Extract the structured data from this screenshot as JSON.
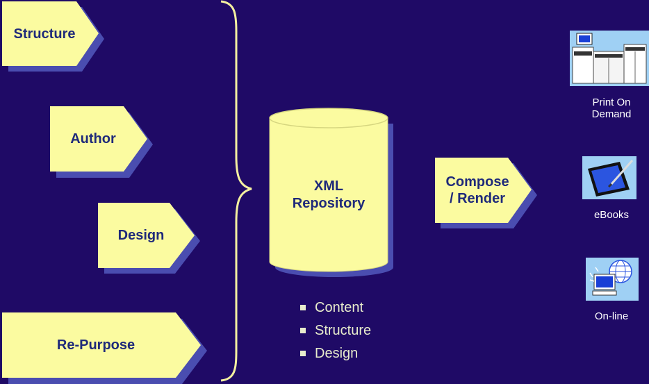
{
  "steps": {
    "structure": "Structure",
    "author": "Author",
    "design": "Design",
    "repurpose": "Re-Purpose"
  },
  "repository": {
    "line1": "XML",
    "line2": "Repository",
    "bullets": [
      "Content",
      "Structure",
      "Design"
    ]
  },
  "compose": {
    "line1": "Compose",
    "line2": "/ Render"
  },
  "outputs": [
    {
      "label": "Print On\nDemand",
      "icon": "printer-press-icon"
    },
    {
      "label": "eBooks",
      "icon": "ebook-tablet-icon"
    },
    {
      "label": "On-line",
      "icon": "online-computer-globe-icon"
    }
  ],
  "colors": {
    "background": "#1f0a66",
    "shape_fill": "#fbfba0",
    "shape_shadow": "#4a4db0",
    "text": "#1f2a7a",
    "brace": "#f4f0a0",
    "icon_bg": "#9fd0f4"
  }
}
